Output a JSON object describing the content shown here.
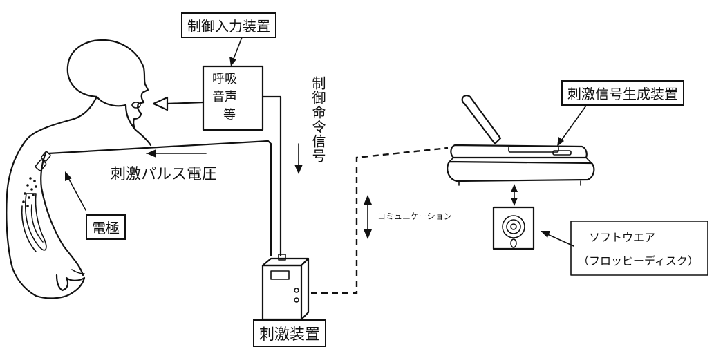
{
  "labels": {
    "control_input_device": "制御入力装置",
    "breath_voice": [
      "呼吸",
      "音声",
      "等"
    ],
    "control_command_signal": "制御命令信号",
    "stim_pulse_voltage": "刺激パルス電圧",
    "electrode": "電極",
    "communication": "コミュニケーション",
    "stim_signal_generator": "刺激信号生成装置",
    "software_line1": "ソフトウエア",
    "software_line2": "（フロッピーディスク）",
    "stimulation_device": "刺激装置"
  },
  "colors": {
    "ink": "#111111",
    "paper": "#ffffff"
  }
}
